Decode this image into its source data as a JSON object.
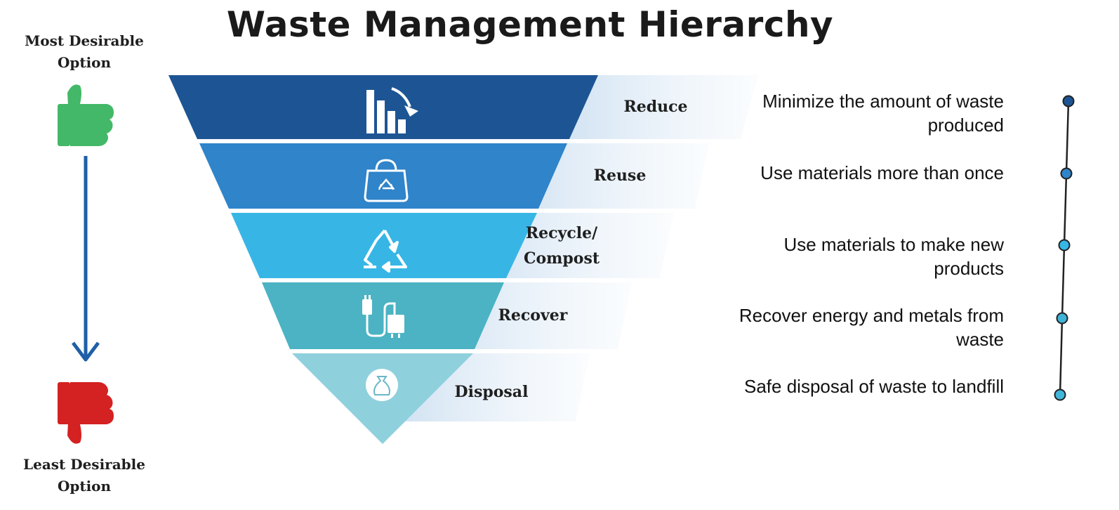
{
  "title": "Waste Management Hierarchy",
  "top_label": "Most Desirable Option",
  "bottom_label": "Least Desirable Option",
  "levels": [
    {
      "name": "Reduce",
      "description": "Minimize the amount of waste produced",
      "color": "#1d5594",
      "icon": "bar-chart-down-icon"
    },
    {
      "name": "Reuse",
      "description": "Use materials more than once",
      "color": "#2f84ca",
      "icon": "recycle-bag-icon"
    },
    {
      "name": "Recycle/ Compost",
      "description": "Use materials to make new products",
      "color": "#37b6e6",
      "icon": "recycle-icon"
    },
    {
      "name": "Recover",
      "description": "Recover energy and metals from waste",
      "color": "#4bb3c3",
      "icon": "plug-icon"
    },
    {
      "name": "Disposal",
      "description": "Safe disposal of waste to landfill",
      "color": "#8fd0dd",
      "icon": "trash-bag-icon"
    }
  ],
  "colors": {
    "thumb_up": "#43b868",
    "thumb_down": "#d42121",
    "arrow": "#1e5fa8",
    "timeline_line": "#222222"
  }
}
